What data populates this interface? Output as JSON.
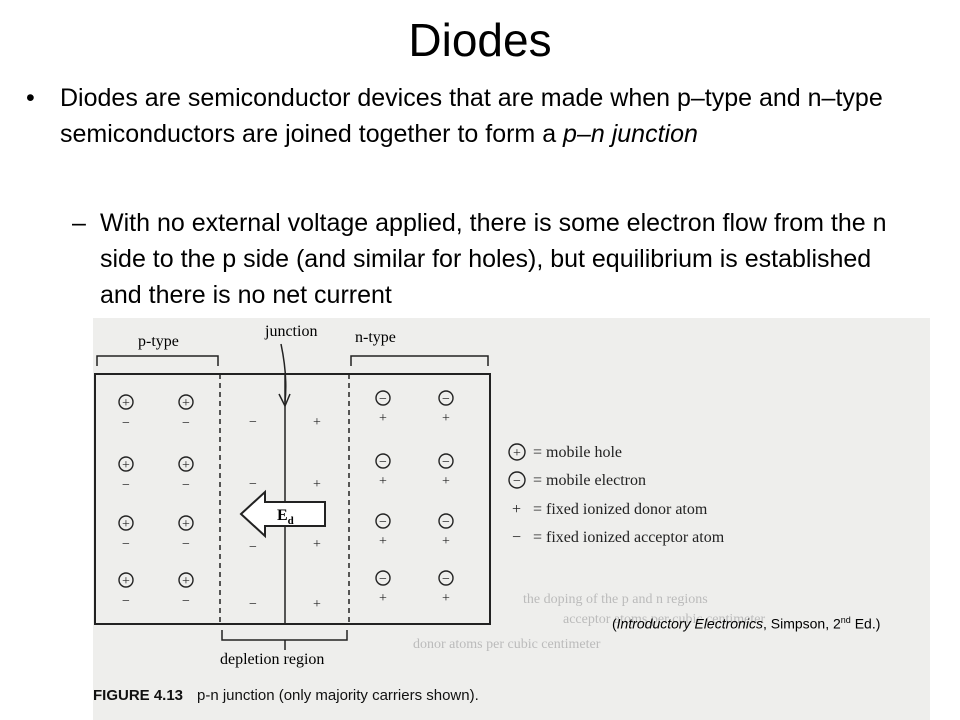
{
  "slide": {
    "title": "Diodes",
    "bullet": {
      "marker": "•",
      "text": "Diodes are semiconductor devices that are made when p–type and n–type semiconductors are joined together to form a ",
      "italic": "p–n junction"
    },
    "sub_bullet": {
      "marker": "–",
      "text": "With no external voltage applied, there is some electron flow from the n side to the p side (and similar for holes), but equilibrium is established and there is no net current"
    }
  },
  "figure": {
    "labels": {
      "p_type": "p-type",
      "junction": "junction",
      "n_type": "n-type",
      "field": "E",
      "field_sub": "d",
      "depletion": "depletion region"
    },
    "legend": [
      {
        "symbol": "⊕",
        "text": "= mobile hole"
      },
      {
        "symbol": "⊖",
        "text": "= mobile electron"
      },
      {
        "symbol": "+",
        "text": "= fixed ionized donor atom"
      },
      {
        "symbol": "−",
        "text": "= fixed ionized acceptor atom"
      }
    ],
    "caption_label": "FIGURE 4.13",
    "caption_text": "p-n junction (only majority carriers shown).",
    "background_text_fragments": [
      "the doping of the p and n regions",
      "acceptor atoms per cubic centimeter",
      "donor atoms per cubic centimeter"
    ]
  },
  "credit": {
    "open": "(",
    "book": "Introductory Electronics",
    "author": ", Simpson, 2",
    "sup": "nd",
    "edition": " Ed.)"
  },
  "colors": {
    "text": "#000000",
    "figure_bg": "#eeeeec",
    "figure_ink": "#222222"
  }
}
